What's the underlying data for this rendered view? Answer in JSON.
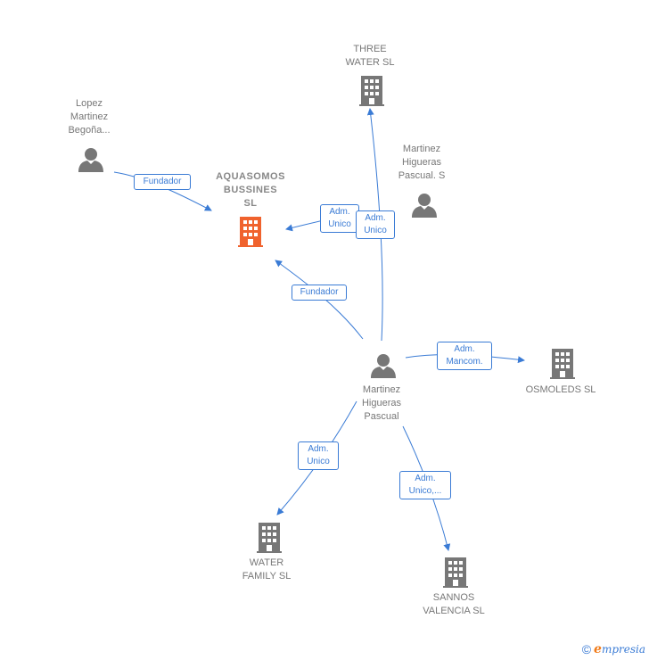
{
  "nodes": {
    "three_water": {
      "label": "THREE\nWATER  SL",
      "type": "company"
    },
    "lopez": {
      "label": "Lopez\nMartinez\nBegoña...",
      "type": "person"
    },
    "aquasomos": {
      "label": "AQUASOMOS\nBUSSINES\nSL",
      "type": "company-main"
    },
    "martinez_s": {
      "label": "Martinez\nHigueras\nPascual.  S",
      "type": "person"
    },
    "martinez_main": {
      "label": "Martinez\nHigueras\nPascual",
      "type": "person"
    },
    "osmoleds": {
      "label": "OSMOLEDS SL",
      "type": "company"
    },
    "water_family": {
      "label": "WATER\nFAMILY SL",
      "type": "company"
    },
    "sannos": {
      "label": "SANNOS\nVALENCIA SL",
      "type": "company"
    }
  },
  "edges": {
    "lopez_aquasomos": "Fundador",
    "martinezs_aquasomos": "Adm.\nUnico",
    "main_three_water": "Adm.\nUnico",
    "main_aquasomos": "Fundador",
    "main_osmoleds": "Adm.\nMancom.",
    "main_water_family": "Adm.\nUnico",
    "main_sannos": "Adm.\nUnico,..."
  },
  "colors": {
    "edge": "#3a7bd5",
    "icon": "#777777",
    "main_icon": "#f0622d"
  },
  "footer": {
    "copyright": "©",
    "brand_initial": "e",
    "brand_rest": "mpresia"
  }
}
